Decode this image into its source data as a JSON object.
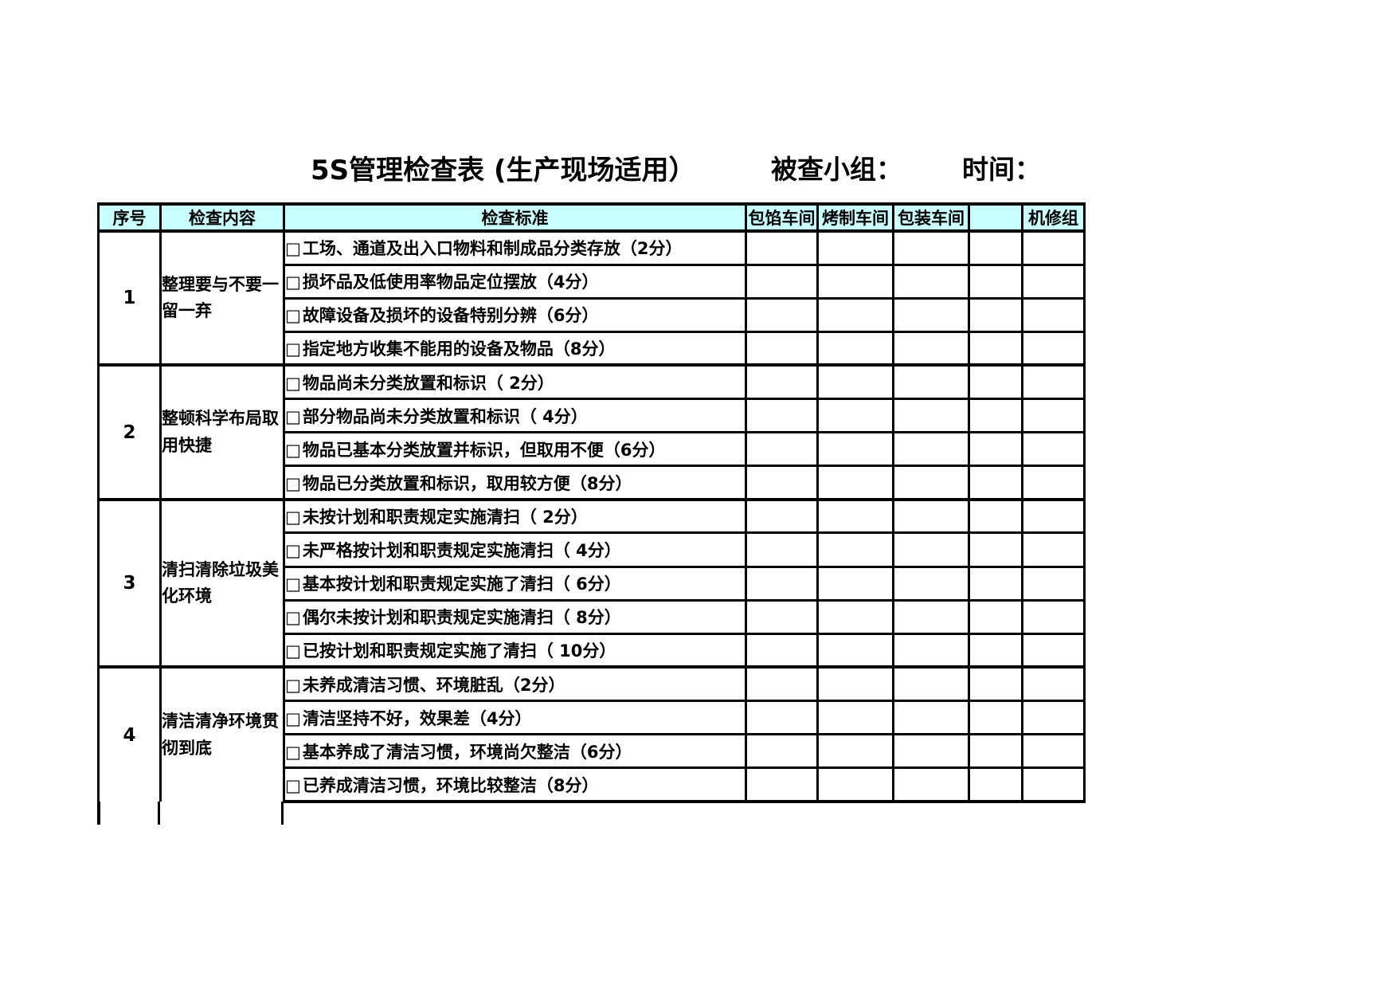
{
  "title": {
    "main": "5S管理检查表 (生产现场适用）",
    "inspected_group_label": "被查小组：",
    "time_label": "时间："
  },
  "colors": {
    "header_bg": "#C9FFFF",
    "border": "#000000",
    "text": "#000000",
    "page_bg": "#FFFFFF"
  },
  "icons": {
    "checkbox": "□"
  },
  "table": {
    "columns": [
      "序号",
      "检查内容",
      "检查标准",
      "包馅车间",
      "烤制车间",
      "包装车间",
      "",
      "机修组"
    ],
    "score_column_count": 5,
    "sections": [
      {
        "no": "1",
        "content": "整理要与不要一留一弃",
        "criteria": [
          "工场、通道及出入口物料和制成品分类存放（2分）",
          "损坏品及低使用率物品定位摆放（4分）",
          "故障设备及损坏的设备特别分辨（6分）",
          "指定地方收集不能用的设备及物品（8分）"
        ]
      },
      {
        "no": "2",
        "content": "整顿科学布局取用快捷",
        "criteria": [
          "物品尚未分类放置和标识（ 2分）",
          "部分物品尚未分类放置和标识（ 4分）",
          "物品已基本分类放置并标识，但取用不便（6分）",
          "物品已分类放置和标识，取用较方便（8分）"
        ]
      },
      {
        "no": "3",
        "content": "清扫清除垃圾美化环境",
        "criteria": [
          "未按计划和职责规定实施清扫（ 2分）",
          "未严格按计划和职责规定实施清扫（ 4分）",
          "基本按计划和职责规定实施了清扫（ 6分）",
          "偶尔未按计划和职责规定实施清扫（ 8分）",
          "已按计划和职责规定实施了清扫（ 10分）"
        ]
      },
      {
        "no": "4",
        "content": "清洁清净环境贯彻到底",
        "criteria": [
          "未养成清洁习惯、环境脏乱（2分）",
          "清洁坚持不好，效果差（4分）",
          "基本养成了清洁习惯，环境尚欠整洁（6分）",
          "已养成清洁习惯，环境比较整洁（8分）"
        ]
      }
    ]
  }
}
